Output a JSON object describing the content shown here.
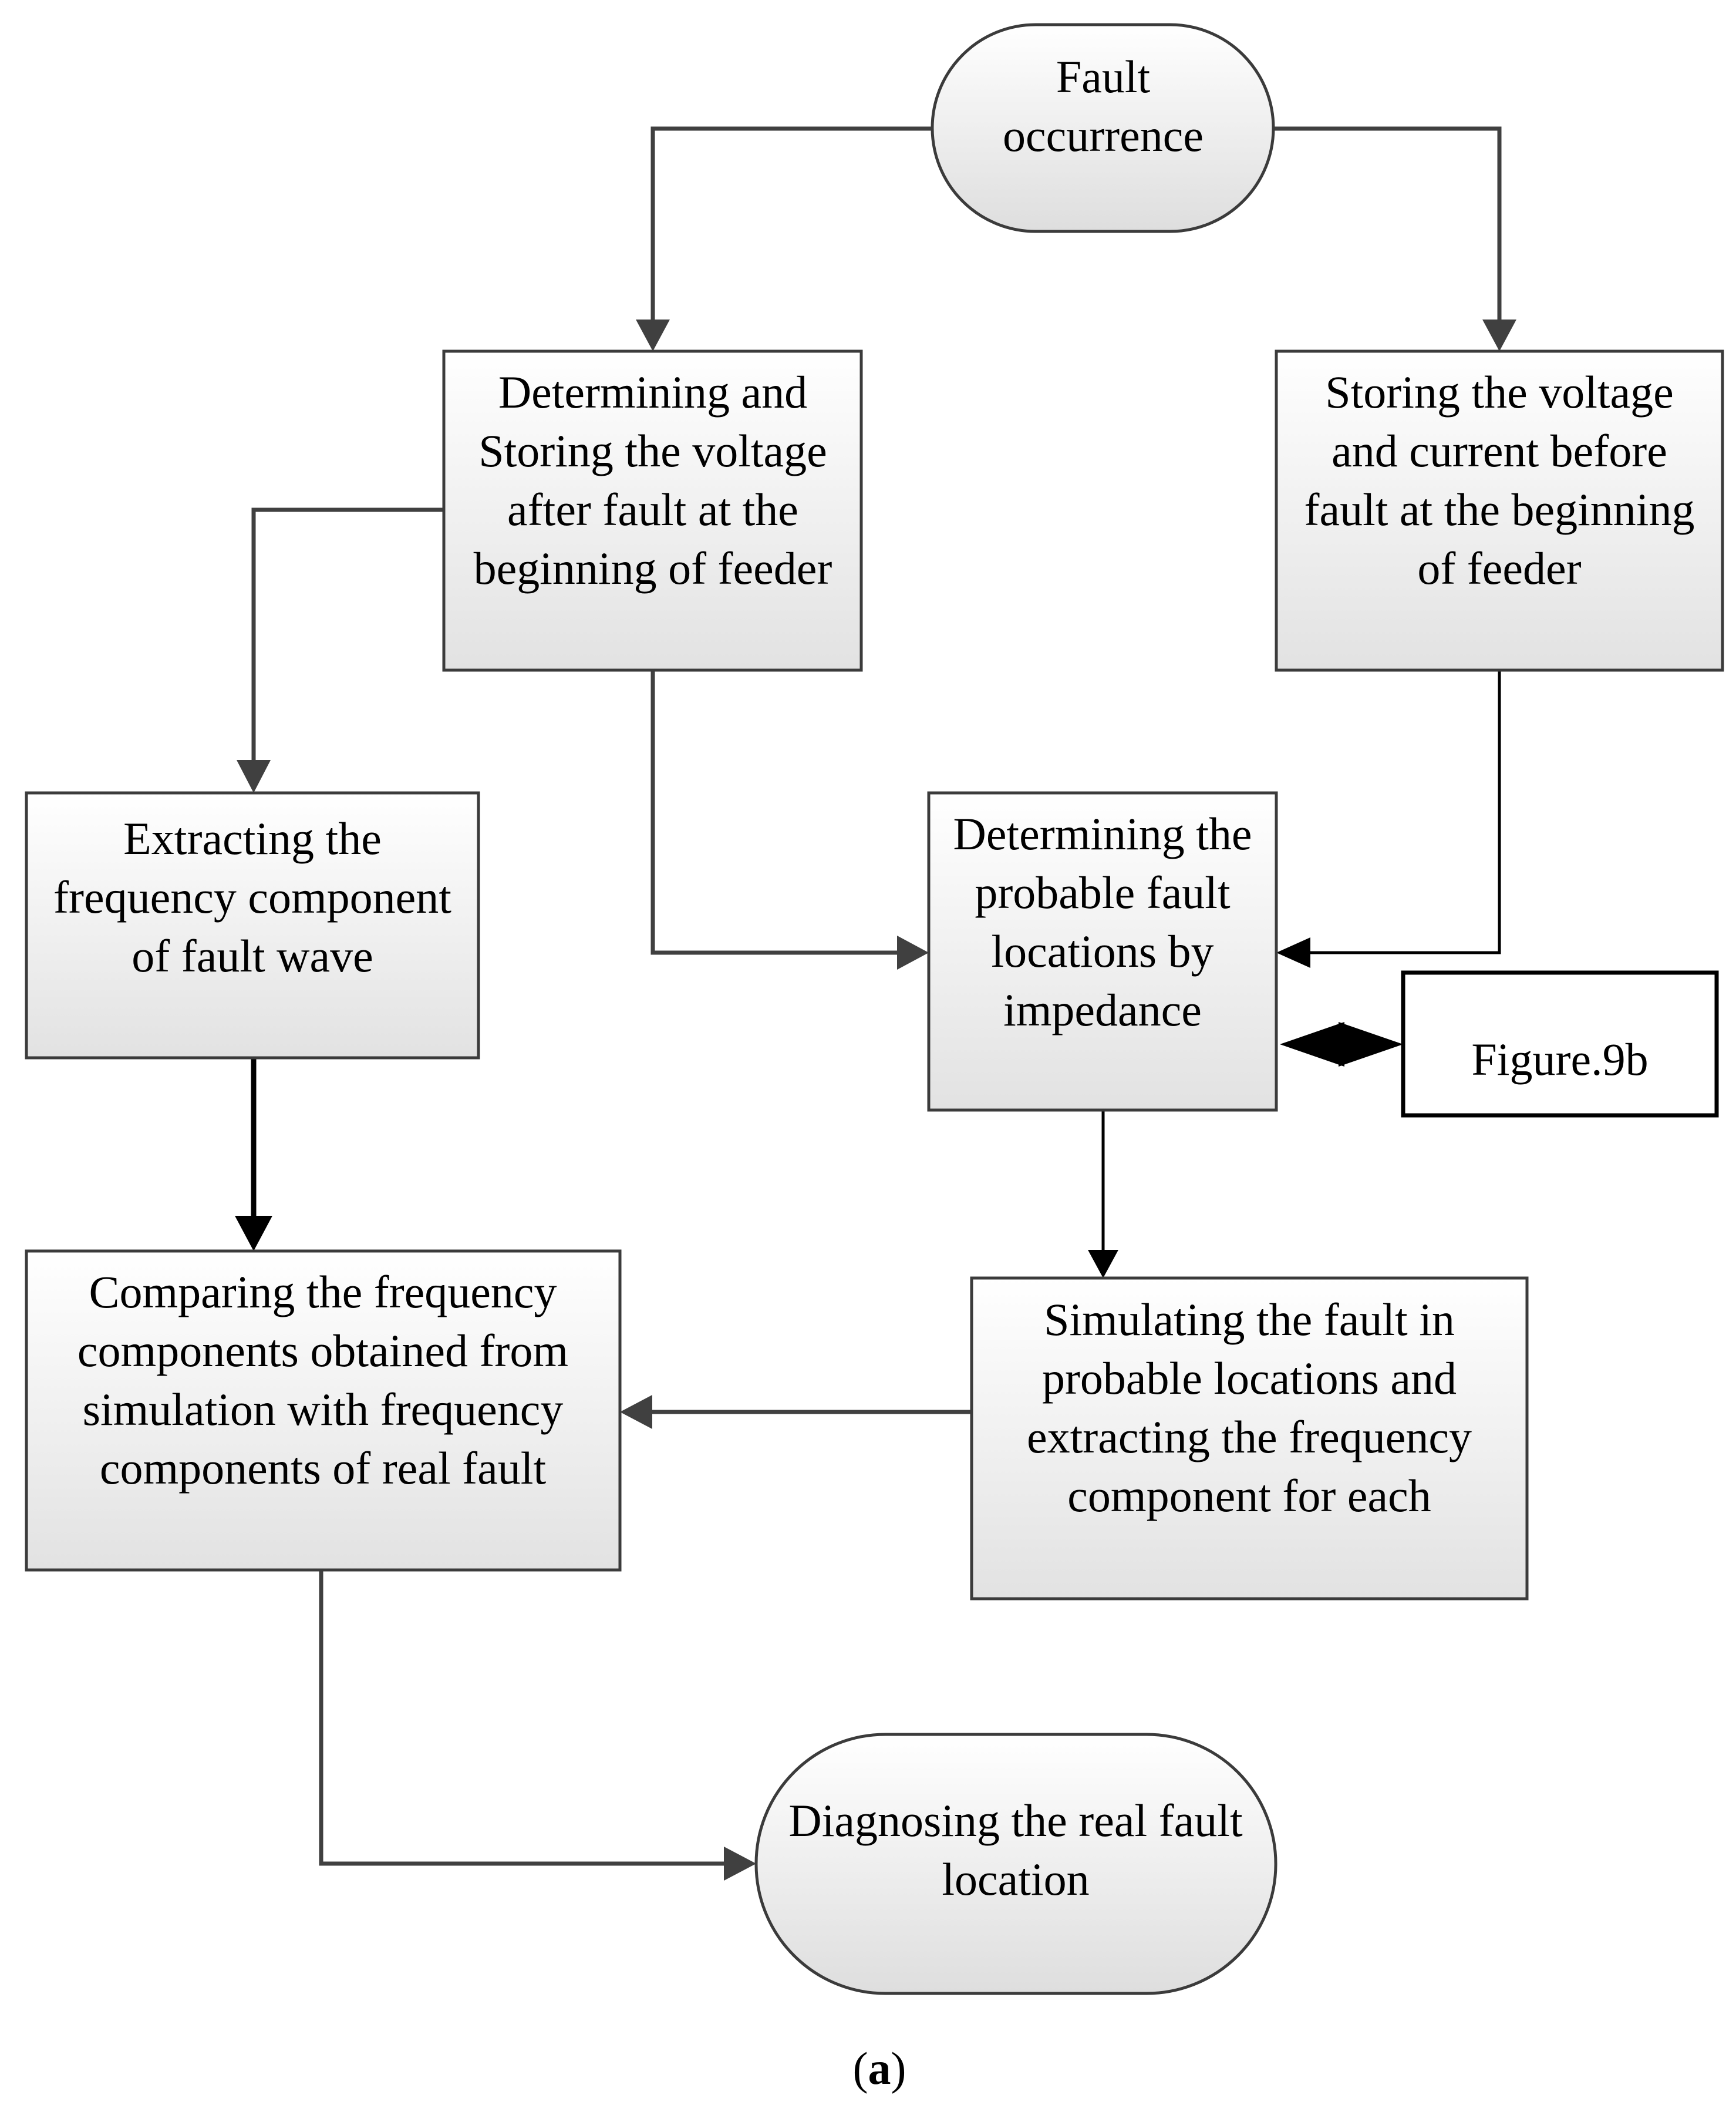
{
  "nodes": {
    "fault_occurrence": {
      "lines": [
        "Fault",
        "occurrence"
      ],
      "color": "#1a6fc0"
    },
    "determining_storing_after": {
      "lines": [
        "Determining and",
        "Storing the voltage",
        "after fault at the",
        "beginning of feeder"
      ]
    },
    "storing_before": {
      "lines": [
        "Storing the voltage",
        "and current before",
        "fault at the beginning",
        "of feeder"
      ]
    },
    "extracting_frequency": {
      "lines": [
        "Extracting the",
        "frequency component",
        "of fault wave"
      ]
    },
    "determining_probable": {
      "lines": [
        "Determining the",
        "probable fault",
        "locations by",
        "impedance"
      ]
    },
    "figure_ref": {
      "lines": [
        "Figure.9b"
      ]
    },
    "comparing": {
      "lines": [
        "Comparing the frequency",
        "components obtained from",
        "simulation with frequency",
        "components of real fault"
      ]
    },
    "simulating": {
      "lines": [
        "Simulating the  fault in",
        "probable locations and",
        "extracting the frequency",
        "component for each"
      ]
    },
    "diagnosing": {
      "lines": [
        "Diagnosing the real fault",
        "location"
      ],
      "color": "#e8141b"
    }
  },
  "caption": {
    "open": "(",
    "letter": "a",
    "close": ")"
  }
}
